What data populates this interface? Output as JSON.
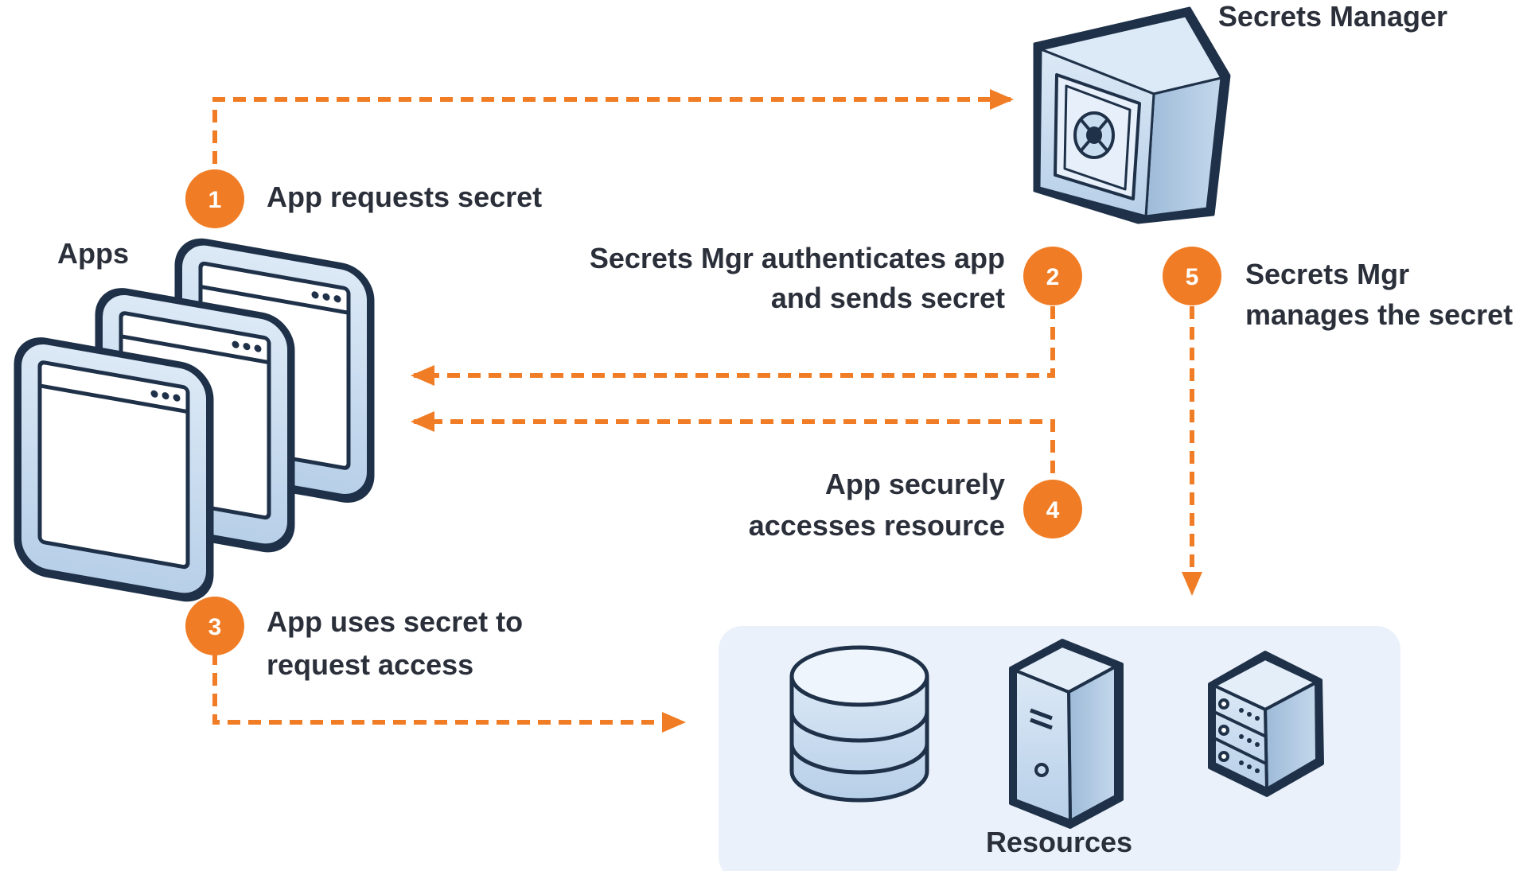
{
  "colors": {
    "accent": "#F07D25",
    "text": "#2A2F3A",
    "icon_face": "#C9DDF0",
    "icon_stroke": "#1E3148",
    "resource_panel": "#EAF1FA"
  },
  "nodes": {
    "secrets_manager": {
      "label": "Secrets Manager",
      "icon": "vault-safe-icon"
    },
    "apps": {
      "label": "Apps",
      "icon": "app-windows-icon"
    },
    "resources": {
      "label": "Resources",
      "icons": [
        "database-icon",
        "server-tower-icon",
        "server-rack-icon"
      ]
    }
  },
  "steps": [
    {
      "number": "1",
      "lines": [
        "App requests secret"
      ]
    },
    {
      "number": "2",
      "lines": [
        "Secrets Mgr authenticates app",
        "and sends secret"
      ]
    },
    {
      "number": "3",
      "lines": [
        "App uses secret to",
        "request access"
      ]
    },
    {
      "number": "4",
      "lines": [
        "App securely",
        "accesses resource"
      ]
    },
    {
      "number": "5",
      "lines": [
        "Secrets Mgr",
        "manages the secret"
      ]
    }
  ]
}
